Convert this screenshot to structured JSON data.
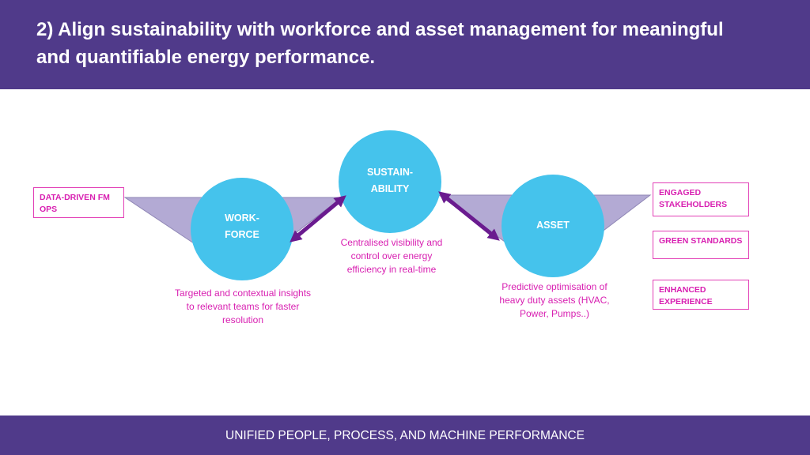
{
  "slide": {
    "title": "2)  Align sustainability with workforce and asset management for meaningful and quantifiable energy performance.",
    "footer": "UNIFIED PEOPLE, PROCESS, AND MACHINE PERFORMANCE"
  },
  "diagram": {
    "nodes": {
      "sustainability": {
        "line1": "SUSTAIN-",
        "line2": "ABILITY",
        "caption": "Centralised visibility and control over energy efficiency in real-time"
      },
      "workforce": {
        "line1": "WORK-",
        "line2": "FORCE",
        "caption": "Targeted and contextual insights to relevant teams for faster resolution"
      },
      "asset": {
        "label": "ASSET",
        "caption": "Predictive optimisation of heavy duty assets (HVAC, Power, Pumps..)"
      }
    },
    "left_tags": [
      {
        "label": "DATA-DRIVEN FM OPS"
      }
    ],
    "right_tags": [
      {
        "label": "ENGAGED STAKEHOLDERS"
      },
      {
        "label": "GREEN STANDARDS"
      },
      {
        "label": "ENHANCED EXPERIENCE"
      }
    ]
  },
  "colors": {
    "header_bg": "#503a8a",
    "circle": "#45c3ec",
    "arrow": "#6a1b8f",
    "funnel": "#b3aad4",
    "accent_text": "#d81fb1",
    "tag_border": "#e23fb6"
  }
}
